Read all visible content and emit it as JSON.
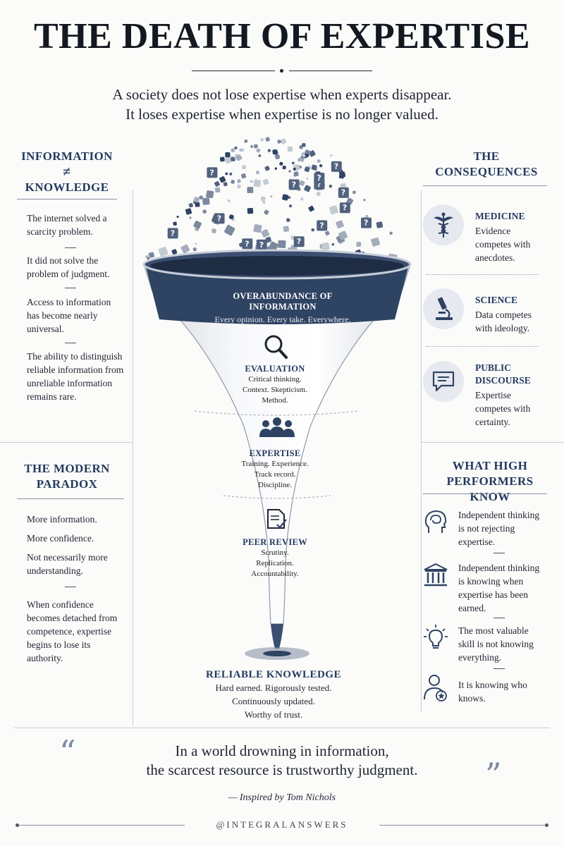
{
  "title": "THE DEATH OF EXPERTISE",
  "subtitle": {
    "line1": "A society does not lose expertise when experts disappear.",
    "line2": "It loses expertise when expertise is no longer valued."
  },
  "info_section": {
    "heading_line1": "INFORMATION",
    "heading_symbol": "≠",
    "heading_line2": "KNOWLEDGE",
    "items": [
      "The internet solved a scarcity problem.",
      "It did not solve the problem of judgment.",
      "Access to information has become nearly universal.",
      "The ability to distinguish reliable information from unreliable information remains rare."
    ]
  },
  "paradox_section": {
    "heading_line1": "THE MODERN",
    "heading_line2": "PARADOX",
    "items": [
      "More information.",
      "More confidence.",
      "Not necessarily more understanding.",
      "When confidence becomes detached from competence, expertise begins to lose its authority."
    ]
  },
  "consequences_section": {
    "heading_line1": "THE",
    "heading_line2": "CONSEQUENCES",
    "items": [
      {
        "title": "MEDICINE",
        "text": "Evidence competes with anecdotes.",
        "icon": "caduceus-icon"
      },
      {
        "title": "SCIENCE",
        "text": "Data competes with ideology.",
        "icon": "microscope-icon"
      },
      {
        "title": "PUBLIC DISCOURSE",
        "text": "Expertise competes with certainty.",
        "icon": "speech-bubble-icon"
      }
    ]
  },
  "performers_section": {
    "heading_line1": "WHAT HIGH",
    "heading_line2": "PERFORMERS KNOW",
    "items": [
      {
        "text": "Independent thinking is not rejecting expertise.",
        "icon": "brain-head-icon"
      },
      {
        "text": "Independent thinking is knowing when expertise has been earned.",
        "icon": "institution-icon"
      },
      {
        "text": "The most valuable skill is not knowing everything.",
        "icon": "lightbulb-icon"
      },
      {
        "text": "It is knowing who knows.",
        "icon": "person-star-icon"
      }
    ]
  },
  "funnel": {
    "top_title": "OVERABUNDANCE OF INFORMATION",
    "top_sub": "Every opinion. Every take. Everywhere.",
    "stages": [
      {
        "title": "EVALUATION",
        "lines": [
          "Critical thinking.",
          "Context. Skepticism.",
          "Method."
        ],
        "icon": "magnifier-icon"
      },
      {
        "title": "EXPERTISE",
        "lines": [
          "Training. Experience.",
          "Track record.",
          "Discipline."
        ],
        "icon": "people-icon"
      },
      {
        "title": "PEER REVIEW",
        "lines": [
          "Scrutiny.",
          "Replication.",
          "Accountability."
        ],
        "icon": "document-check-icon"
      }
    ],
    "result_title": "RELIABLE KNOWLEDGE",
    "result_lines": [
      "Hard earned. Rigorously tested.",
      "Continuously updated.",
      "Worthy of trust."
    ]
  },
  "quote": {
    "open_mark": "“",
    "close_mark": "”",
    "line1": "In a world drowning in information,",
    "line2": "the scarcest resource is trustworthy judgment.",
    "credit": "— Inspired by Tom Nichols"
  },
  "footer": "@INTEGRALANSWERS",
  "colors": {
    "navy": "#233a5e",
    "funnel_band": "#2f4363",
    "icon_bg": "#e6e9ef"
  }
}
